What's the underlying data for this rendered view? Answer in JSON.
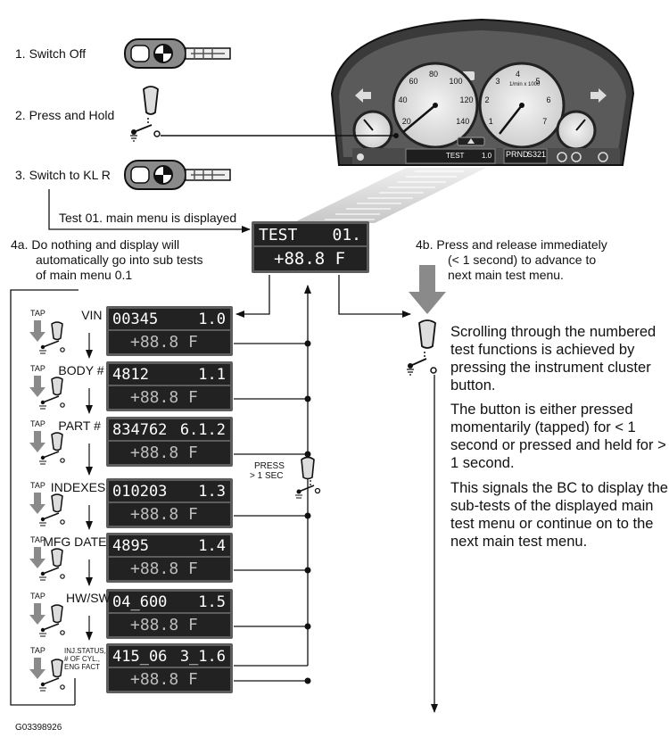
{
  "steps": {
    "s1": "1. Switch Off",
    "s2": "2. Press and Hold",
    "s3": "3. Switch to KL R",
    "test01": "Test 01. main menu is displayed",
    "s4a_1": "4a. Do nothing and display will",
    "s4a_2": "automatically go into sub tests",
    "s4a_3": "of main menu 0.1",
    "s4b_1": "4b. Press and release immediately",
    "s4b_2": "(< 1 second) to advance to",
    "s4b_3": "next main test menu."
  },
  "main_display": {
    "top_left": "TEST",
    "top_right": "01.",
    "bottom": "+88.8 F"
  },
  "subtests": [
    {
      "label": "VIN",
      "code": "00345",
      "num": "1.0",
      "value": "+88.8 F"
    },
    {
      "label": "BODY #",
      "code": "4812",
      "num": "1.1",
      "value": "+88.8 F"
    },
    {
      "label": "PART #",
      "code": "834762",
      "num": "6.1.2",
      "value": "+88.8 F"
    },
    {
      "label": "INDEXES",
      "code": "010203",
      "num": "1.3",
      "value": "+88.8 F"
    },
    {
      "label": "MFG DATE",
      "code": "4895",
      "num": "1.4",
      "value": "+88.8 F"
    },
    {
      "label": "HW/SW",
      "code": "04_600",
      "num": "1.5",
      "value": "+88.8 F"
    },
    {
      "label_lines": [
        "INJ.STATUS,",
        "# OF CYL.,",
        "ENG FACT"
      ],
      "code": "415_06",
      "num": "3_1.6",
      "value": "+88.8 F"
    }
  ],
  "tap_label": "TAP",
  "press_label": [
    "PRESS",
    "> 1 SEC"
  ],
  "description": [
    "Scrolling through the numbered test functions is achieved by pressing the instrument cluster button.",
    "The button is either pressed momentarily (tapped) for < 1 second or pressed and held for > 1 second.",
    "This signals the BC to display the sub-tests of the displayed main test menu or continue on to the next main test menu."
  ],
  "cluster": {
    "speedo_ticks": [
      "20",
      "40",
      "60",
      "80",
      "100",
      "120",
      "140"
    ],
    "tach_ticks": [
      "1",
      "2",
      "3",
      "4",
      "5",
      "6",
      "7"
    ],
    "tach_unit": "1/min x 1000",
    "gear": "PRND",
    "model": "S321",
    "odo_text": "TEST",
    "odo_num": "1.0"
  },
  "figure_id": "G03398926",
  "colors": {
    "lcd_bg": "#222222",
    "lcd_border": "#5d5d5d",
    "arrow_gray": "#8a8a8a",
    "cluster_dark": "#3a3a3a"
  }
}
